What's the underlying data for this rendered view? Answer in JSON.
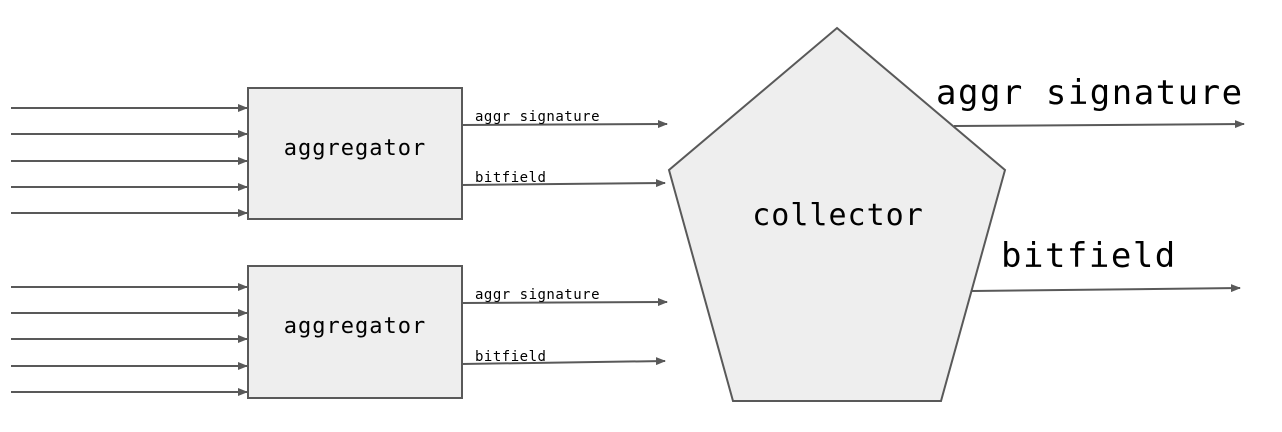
{
  "colors": {
    "box_fill": "#eeeeee",
    "stroke": "#595959",
    "text": "#000000"
  },
  "aggregators": [
    {
      "label": "aggregator",
      "outputs": [
        "aggr signature",
        "bitfield"
      ]
    },
    {
      "label": "aggregator",
      "outputs": [
        "aggr signature",
        "bitfield"
      ]
    }
  ],
  "collector": {
    "label": "collector",
    "outputs": [
      "aggr signature",
      "bitfield"
    ]
  }
}
